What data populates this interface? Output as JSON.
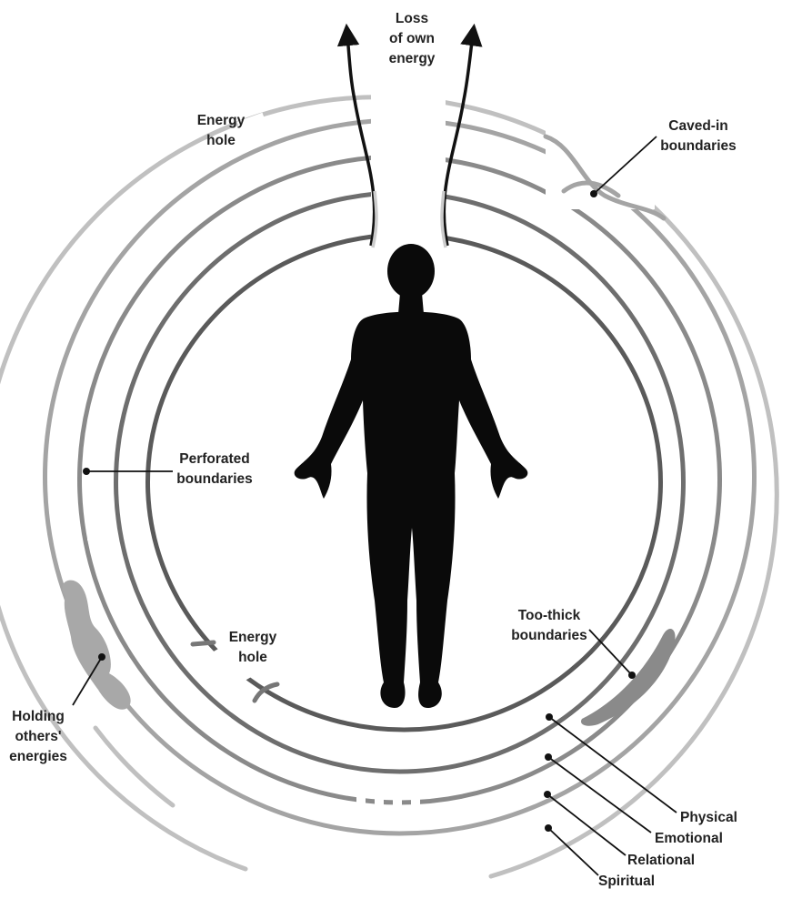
{
  "colors": {
    "background": "#ffffff",
    "silhouette": "#0a0a0a",
    "ring_physical": "#6e6e6e",
    "ring_emotional": "#8a8a8a",
    "ring_relational": "#a4a4a4",
    "ring_spiritual": "#c0c0c0",
    "blob": "#a8a8a8",
    "leader": "#111111",
    "text": "#222222"
  },
  "labels": {
    "loss_line1": "Loss",
    "loss_line2": "of own",
    "loss_line3": "energy",
    "energy_hole_top_line1": "Energy",
    "energy_hole_top_line2": "hole",
    "caved_line1": "Caved-in",
    "caved_line2": "boundaries",
    "perforated_line1": "Perforated",
    "perforated_line2": "boundaries",
    "holding_line1": "Holding",
    "holding_line2": "others'",
    "holding_line3": "energies",
    "energy_hole_inner_line1": "Energy",
    "energy_hole_inner_line2": "hole",
    "too_thick_line1": "Too-thick",
    "too_thick_line2": "boundaries"
  },
  "layers": {
    "physical": "Physical",
    "emotional": "Emotional",
    "relational": "Relational",
    "spiritual": "Spiritual"
  },
  "icons": {
    "human": "human-silhouette-icon",
    "arrow": "arrow-icon"
  }
}
